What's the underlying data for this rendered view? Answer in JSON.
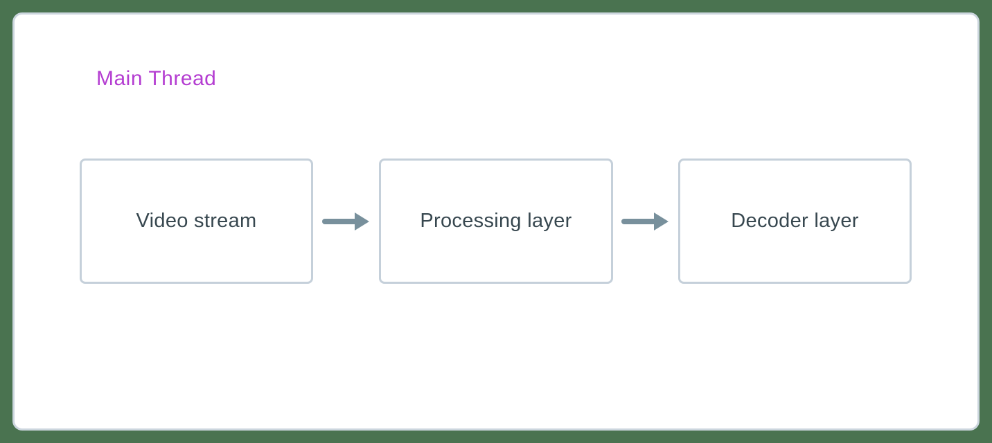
{
  "diagram": {
    "title": "Main Thread",
    "nodes": [
      {
        "id": "video-stream",
        "label": "Video stream"
      },
      {
        "id": "processing-layer",
        "label": "Processing layer"
      },
      {
        "id": "decoder-layer",
        "label": "Decoder layer"
      }
    ],
    "edges": [
      {
        "from": "video-stream",
        "to": "processing-layer",
        "type": "arrow-right"
      },
      {
        "from": "processing-layer",
        "to": "decoder-layer",
        "type": "arrow-right"
      }
    ],
    "colors": {
      "background": "#4a7350",
      "panel_bg": "#ffffff",
      "panel_border": "#ccd6de",
      "node_bg": "#ffffff",
      "node_border": "#c5d0da",
      "node_text": "#37474f",
      "title": "#b43dd1",
      "arrow": "#78909c"
    }
  }
}
